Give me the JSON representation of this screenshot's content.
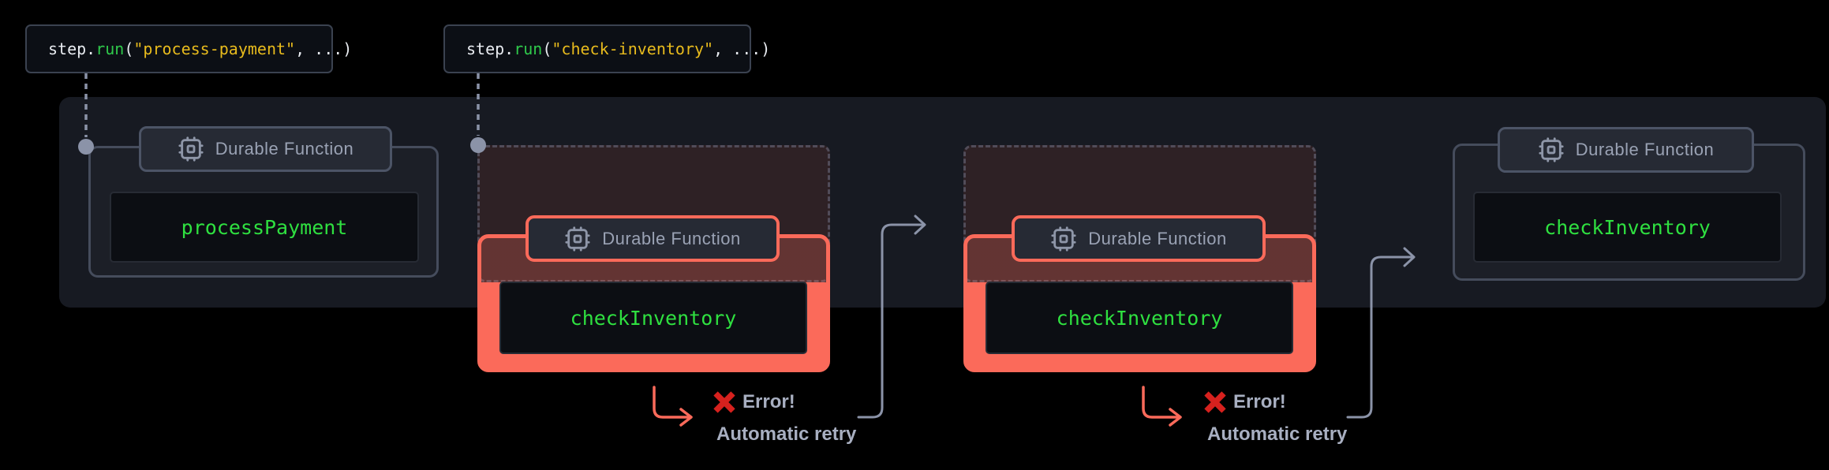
{
  "snippets": [
    {
      "object": "step",
      "dot": ".",
      "method": "run",
      "args_open": "(",
      "argument": "\"process-payment\"",
      "args_close": ", ...)"
    },
    {
      "object": "step",
      "dot": ".",
      "method": "run",
      "args_open": "(",
      "argument": "\"check-inventory\"",
      "args_close": ", ...)"
    }
  ],
  "badge_label": "Durable Function",
  "groups": [
    {
      "state": "success",
      "function_name": "processPayment"
    },
    {
      "state": "error",
      "function_name": "checkInventory"
    },
    {
      "state": "error",
      "function_name": "checkInventory"
    },
    {
      "state": "success",
      "function_name": "checkInventory"
    }
  ],
  "annotations": [
    {
      "error_label": "Error!",
      "retry_label": "Automatic retry"
    },
    {
      "error_label": "Error!",
      "retry_label": "Automatic retry"
    }
  ],
  "icons": {
    "badge_icon": "cpu-chip-icon",
    "error_icon": "red-x-icon"
  },
  "colors": {
    "accent_red": "#fb6a5a",
    "error_x_red": "#d7211e",
    "success_green": "#2fe040",
    "code_method_green": "#2fc94b",
    "code_string_yellow": "#e8bb1d",
    "muted_text": "#9aa2b4",
    "annotation_text": "#a8afc1",
    "connector_gray": "#8b93a8",
    "panel_bg": "#171a22",
    "card_bg": "#1c1f27",
    "function_box_bg": "#0c0e13"
  }
}
